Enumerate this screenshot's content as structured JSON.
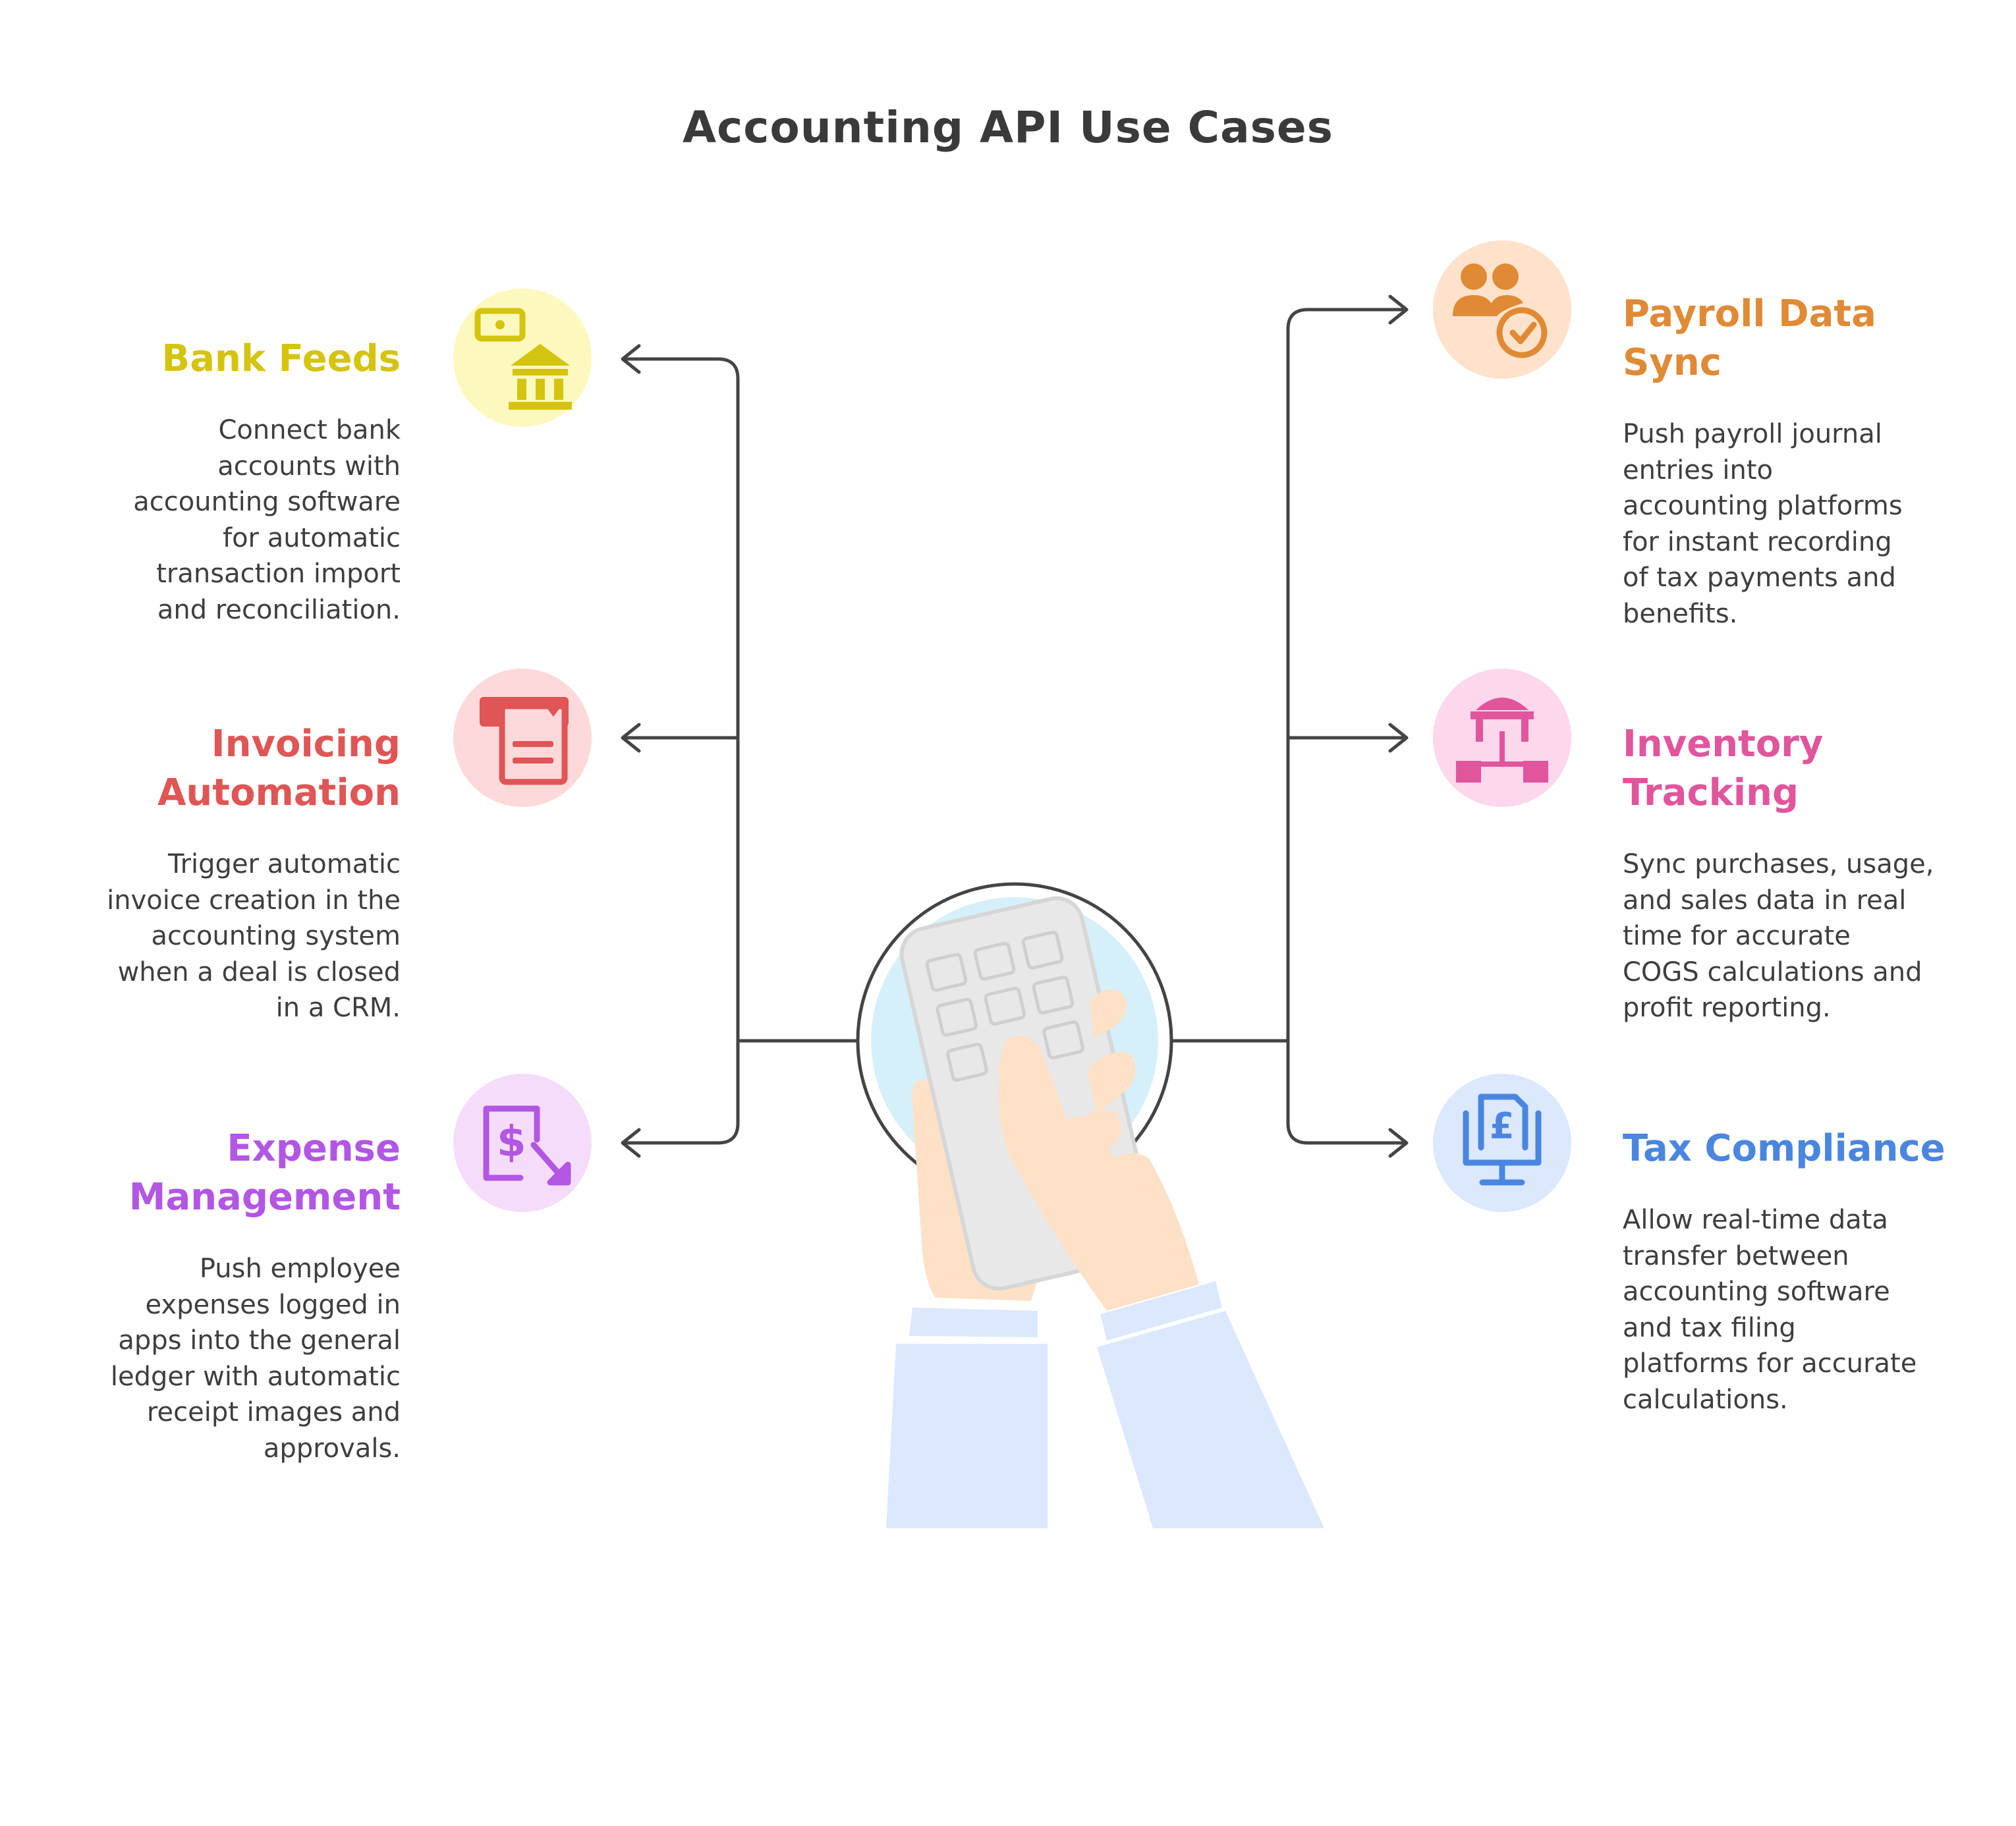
{
  "title": "Accounting API Use Cases",
  "nodes": [
    {
      "id": "bank-feeds",
      "title": "Bank Feeds",
      "description": "Connect bank\naccounts with\naccounting software\nfor automatic\ntransaction import\nand reconciliation.",
      "color": "#d4c40e",
      "bg": "#fdf8bd",
      "icon": "bank-icon"
    },
    {
      "id": "invoicing-automation",
      "title": "Invoicing\nAutomation",
      "description": "Trigger automatic\ninvoice creation in the\naccounting system\nwhen a deal is closed\nin a CRM.",
      "color": "#e05555",
      "bg": "#fdd9d9",
      "icon": "invoice-icon"
    },
    {
      "id": "expense-management",
      "title": "Expense\nManagement",
      "description": "Push employee\nexpenses logged in\napps into the general\nledger with automatic\nreceipt images and\napprovals.",
      "color": "#b256e4",
      "bg": "#f5dcfb",
      "icon": "expense-receipt-icon"
    },
    {
      "id": "payroll-data-sync",
      "title": "Payroll Data\nSync",
      "description": "Push payroll journal\nentries into\naccounting platforms\nfor instant recording\nof tax payments and\nbenefits.",
      "color": "#e08a35",
      "bg": "#fee2cb",
      "icon": "people-check-icon"
    },
    {
      "id": "inventory-tracking",
      "title": "Inventory\nTracking",
      "description": "Sync purchases, usage,\nand sales data in real\ntime for accurate\nCOGS calculations and\nprofit reporting.",
      "color": "#e0559c",
      "bg": "#fdd7ec",
      "icon": "warehouse-network-icon"
    },
    {
      "id": "tax-compliance",
      "title": "Tax Compliance",
      "description": "Allow real-time data\ntransfer between\naccounting software\nand tax filing\nplatforms for accurate\ncalculations.",
      "color": "#4a86e0",
      "bg": "#dce8fd",
      "icon": "tax-document-monitor-icon"
    }
  ],
  "center_icon": "hands-calculator-icon"
}
